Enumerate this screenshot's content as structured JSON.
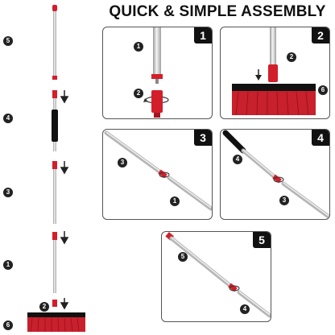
{
  "title": "QUICK & SIMPLE ASSEMBLY",
  "steps": [
    "1",
    "2",
    "3",
    "4",
    "5"
  ],
  "parts": [
    "1",
    "2",
    "3",
    "4",
    "5",
    "6"
  ],
  "colors": {
    "handle_red": "#d21f2b",
    "bristle_red": "#c8202c",
    "steel": "#c9c9c9",
    "grip": "#111111",
    "badge": "#222222"
  }
}
